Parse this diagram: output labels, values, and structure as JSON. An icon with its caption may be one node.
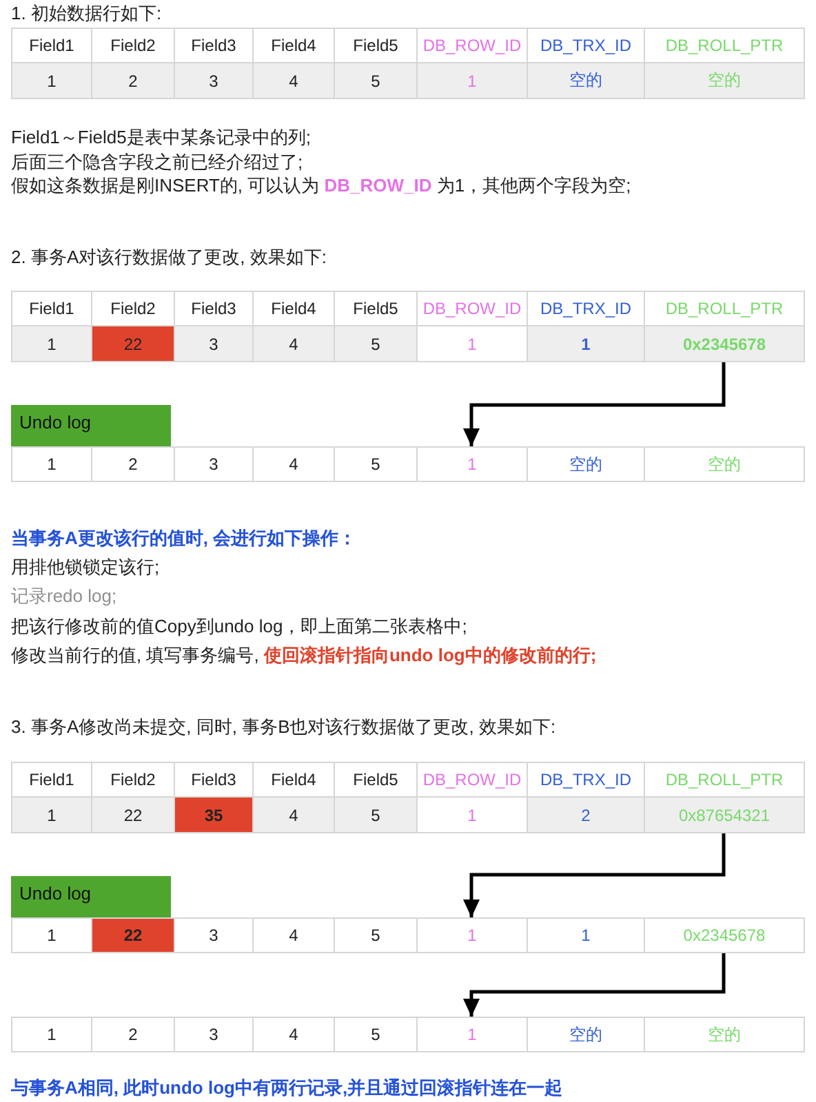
{
  "diagram": {
    "nodes": [
      {
        "text": [
          "Field1",
          "Field2",
          "Field3",
          "Field4",
          "Field5",
          "DB_ROW_ID",
          "DB_TRX_ID",
          "DB_ROLL_PTR"
        ]
      },
      {
        "text": [
          "1",
          "2",
          "3",
          "4",
          "5",
          "1",
          "空的",
          "空的"
        ]
      },
      {
        "text": [
          "Field1",
          "Field2",
          "Field3",
          "Field4",
          "Field5",
          "DB_ROW_ID",
          "DB_TRX_ID",
          "DB_ROLL_PTR"
        ]
      },
      {
        "text": [
          "1",
          "22",
          "3",
          "4",
          "5",
          "1",
          "1",
          "0x2345678"
        ]
      },
      {
        "text": [
          "Undo log"
        ]
      },
      {
        "text": [
          "1",
          "2",
          "3",
          "4",
          "5",
          "1",
          "空的",
          "空的"
        ]
      },
      {
        "text": [
          "Field1",
          "Field2",
          "Field3",
          "Field4",
          "Field5",
          "DB_ROW_ID",
          "DB_TRX_ID",
          "DB_ROLL_PTR"
        ]
      },
      {
        "text": [
          "1",
          "22",
          "35",
          "4",
          "5",
          "1",
          "2",
          "0x87654321"
        ]
      },
      {
        "text": [
          "Undo log"
        ]
      },
      {
        "text": [
          "1",
          "22",
          "3",
          "4",
          "5",
          "1",
          "1",
          "0x2345678"
        ]
      },
      {
        "text": [
          "1",
          "2",
          "3",
          "4",
          "5",
          "1",
          "空的",
          "空的"
        ]
      }
    ],
    "edges": [
      {
        "from": 3,
        "to": 5,
        "arrow": "to"
      },
      {
        "from": 7,
        "to": 9,
        "arrow": "to"
      },
      {
        "from": 9,
        "to": 10,
        "arrow": "to"
      }
    ],
    "labels": [
      "1. 初始数据行如下:",
      "Field1～Field5是表中某条记录中的列;",
      "后面三个隐含字段之前已经介绍过了;",
      "假如这条数据是刚INSERT的, 可以认为 **DB_ROW_ID** 为1，其他两个字段为空;",
      "2. 事务A对该行数据做了更改, 效果如下:",
      "当事务A更改该行的值时, 会进行如下操作：",
      "用排他锁锁定该行;",
      "记录redo log;",
      "把该行修改前的值Copy到undo log，即上面第二张表格中;",
      "修改当前行的值, 填写事务编号, **使回滚指针指向undo log中的修改前的行;**",
      "3. 事务A修改尚未提交, 同时, 事务B也对该行数据做了更改, 效果如下:",
      "与事务A相同, 此时undo log中有两行记录,并且通过回滚指针连在一起"
    ]
  }
}
